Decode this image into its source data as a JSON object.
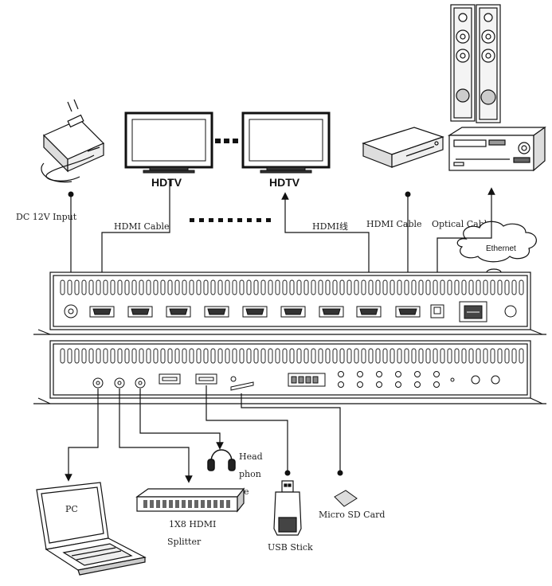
{
  "labels": {
    "dc_input": "DC 12V Input",
    "hdtv_left": "HDTV",
    "hdtv_right": "HDTV",
    "hdmi_cable_left": "HDMI Cable",
    "hdmi_cn": "HDMI线",
    "hdmi_cable_right": "HDMI Cable",
    "optical_cable": "Optical Cable",
    "ethernet": "Ethernet",
    "pc": "PC",
    "splitter_line1": "1X8 HDMI",
    "splitter_line2": "Splitter",
    "headphone_line1": "Head",
    "headphone_line2": "phon",
    "headphone_line3": "e",
    "usb_stick": "USB Stick",
    "micro_sd": "Micro SD Card"
  },
  "icons": {
    "power_adapter": "power-adapter-icon",
    "tv": "tv-icon",
    "speakers": "tower-speaker-icon",
    "dvd_player": "dvd-player-icon",
    "av_receiver": "av-receiver-icon",
    "laptop": "laptop-icon",
    "splitter": "hdmi-splitter-icon",
    "headphone": "headphone-icon",
    "usb": "usb-stick-icon",
    "sd_card": "sd-card-icon"
  },
  "colors": {
    "line": "#111111",
    "panel": "#ffffff"
  }
}
